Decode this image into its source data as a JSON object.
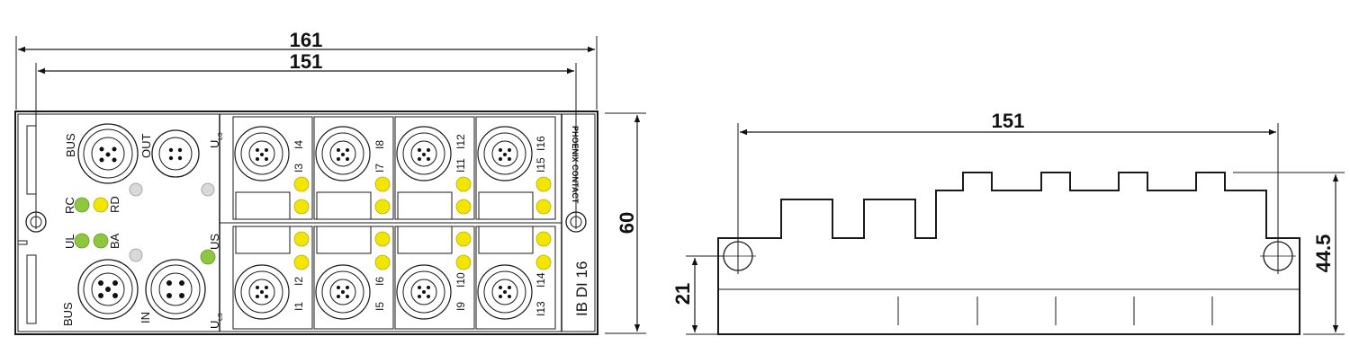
{
  "front_view": {
    "dimensions": {
      "overall_width": "161",
      "hole_spacing": "151",
      "height": "60"
    },
    "labels": {
      "bus_top": "BUS",
      "out": "OUT",
      "uls": "U",
      "uls_sub": "LS",
      "rc": "RC",
      "rd": "RD",
      "ul": "UL",
      "ba": "BA",
      "us": "US",
      "bus_bottom": "BUS",
      "in": "IN",
      "product_name": "IB DI 16",
      "brand": "PHOENIX CONTACT"
    },
    "channels": {
      "top_col1": [
        "I4",
        "I3"
      ],
      "top_col2": [
        "I8",
        "I7"
      ],
      "top_col3": [
        "I12",
        "I11"
      ],
      "top_col4": [
        "I16",
        "I15"
      ],
      "bottom_col1": [
        "I2",
        "I1"
      ],
      "bottom_col2": [
        "I6",
        "I5"
      ],
      "bottom_col3": [
        "I10",
        "I9"
      ],
      "bottom_col4": [
        "I14",
        "I13"
      ]
    },
    "colors": {
      "led_green": "#8dc63f",
      "led_yellow": "#f2e600",
      "led_grey": "#d9d9d9",
      "outline": "#1a1a1a",
      "housing": "#f7f7f7"
    }
  },
  "side_view": {
    "dimensions": {
      "hole_spacing": "151",
      "overall_height": "44.5",
      "base_height": "21"
    }
  }
}
